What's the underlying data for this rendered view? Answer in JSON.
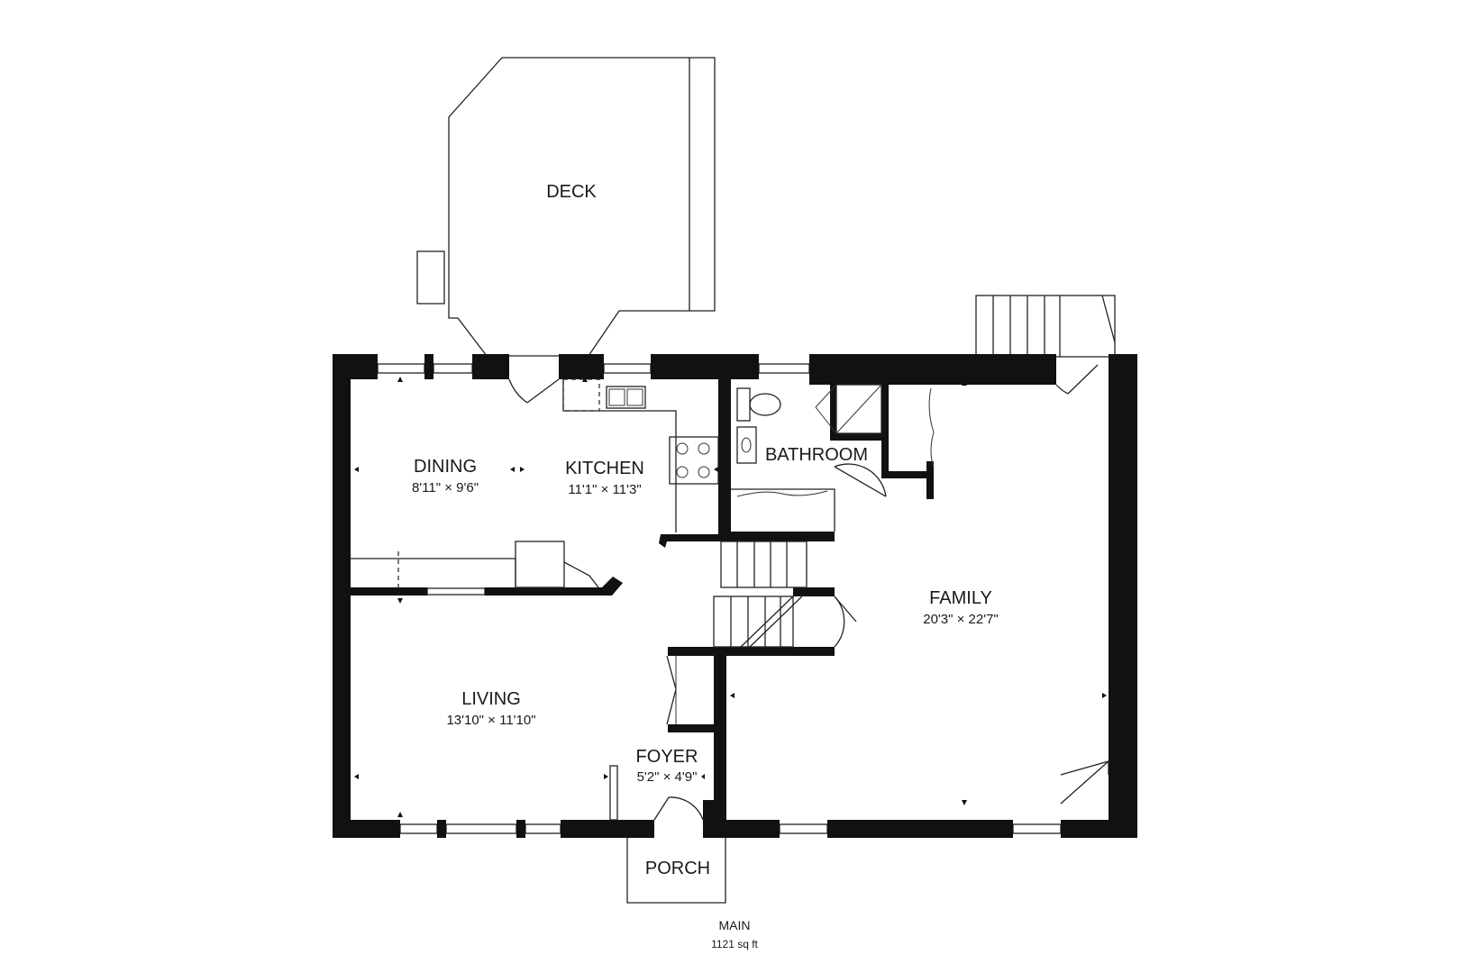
{
  "rooms": {
    "deck": {
      "name": "DECK"
    },
    "dining": {
      "name": "DINING",
      "dims": "8'11\" × 9'6\""
    },
    "kitchen": {
      "name": "KITCHEN",
      "dims": "11'1\" × 11'3\""
    },
    "bathroom": {
      "name": "BATHROOM"
    },
    "family": {
      "name": "FAMILY",
      "dims": "20'3\" × 22'7\""
    },
    "living": {
      "name": "LIVING",
      "dims": "13'10\" × 11'10\""
    },
    "foyer": {
      "name": "FOYER",
      "dims": "5'2\" × 4'9\""
    },
    "porch": {
      "name": "PORCH"
    }
  },
  "floor": {
    "title": "MAIN",
    "area": "1121 sq ft"
  },
  "colors": {
    "wall": "#111111",
    "background": "#ffffff",
    "line": "#222222"
  }
}
